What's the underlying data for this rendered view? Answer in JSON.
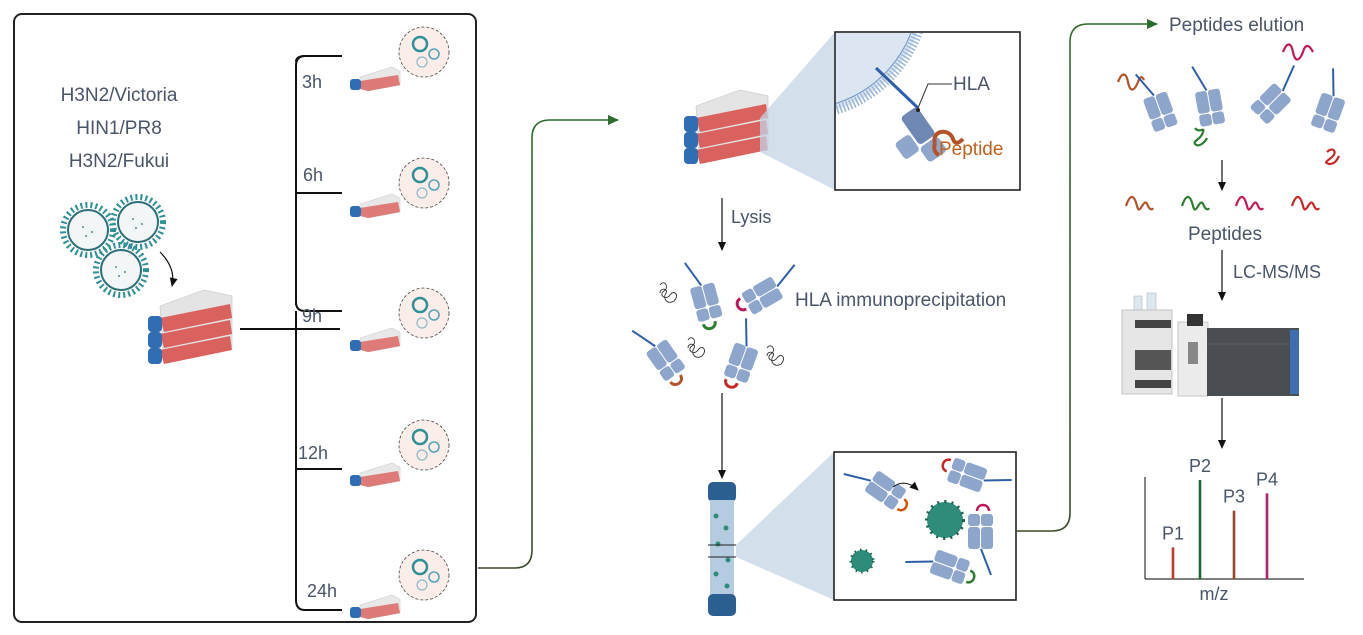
{
  "figure": {
    "strains": [
      "H3N2/Victoria",
      "HIN1/PR8",
      "H3N2/Fukui"
    ],
    "timepoints": [
      "3h",
      "6h",
      "9h",
      "12h",
      "24h"
    ],
    "steps": {
      "lysis": "Lysis",
      "hla_ip": "HLA immunoprecipitation",
      "elution": "Peptides elution",
      "peptides": "Peptides",
      "lcms": "LC-MS/MS"
    },
    "inset": {
      "hla_label": "HLA",
      "peptide_label": "Peptide"
    },
    "colors": {
      "flow_arrow": "#2e6b2e",
      "box_border": "#222222",
      "flask_red": "#d9625f",
      "flask_cap": "#2f6db5",
      "hla_protein": "#8fa6cc",
      "virus_teal": "#2e8f94",
      "bead_teal": "#2e8c7a",
      "peptide_brown": "#b4532a",
      "peptide_green": "#2e7d32",
      "peptide_magenta": "#c2185b",
      "peptide_red": "#c62828"
    }
  },
  "chart_data": {
    "type": "bar",
    "title": "",
    "xlabel": "m/z",
    "ylabel": "",
    "categories": [
      "P1",
      "P2",
      "P3",
      "P4"
    ],
    "values": [
      0.31,
      0.97,
      0.67,
      0.84
    ],
    "colors": [
      "#c0392b",
      "#1e6b3a",
      "#a0452a",
      "#b5206e"
    ],
    "ylim": [
      0,
      1
    ],
    "grid": false,
    "legend": "none"
  }
}
